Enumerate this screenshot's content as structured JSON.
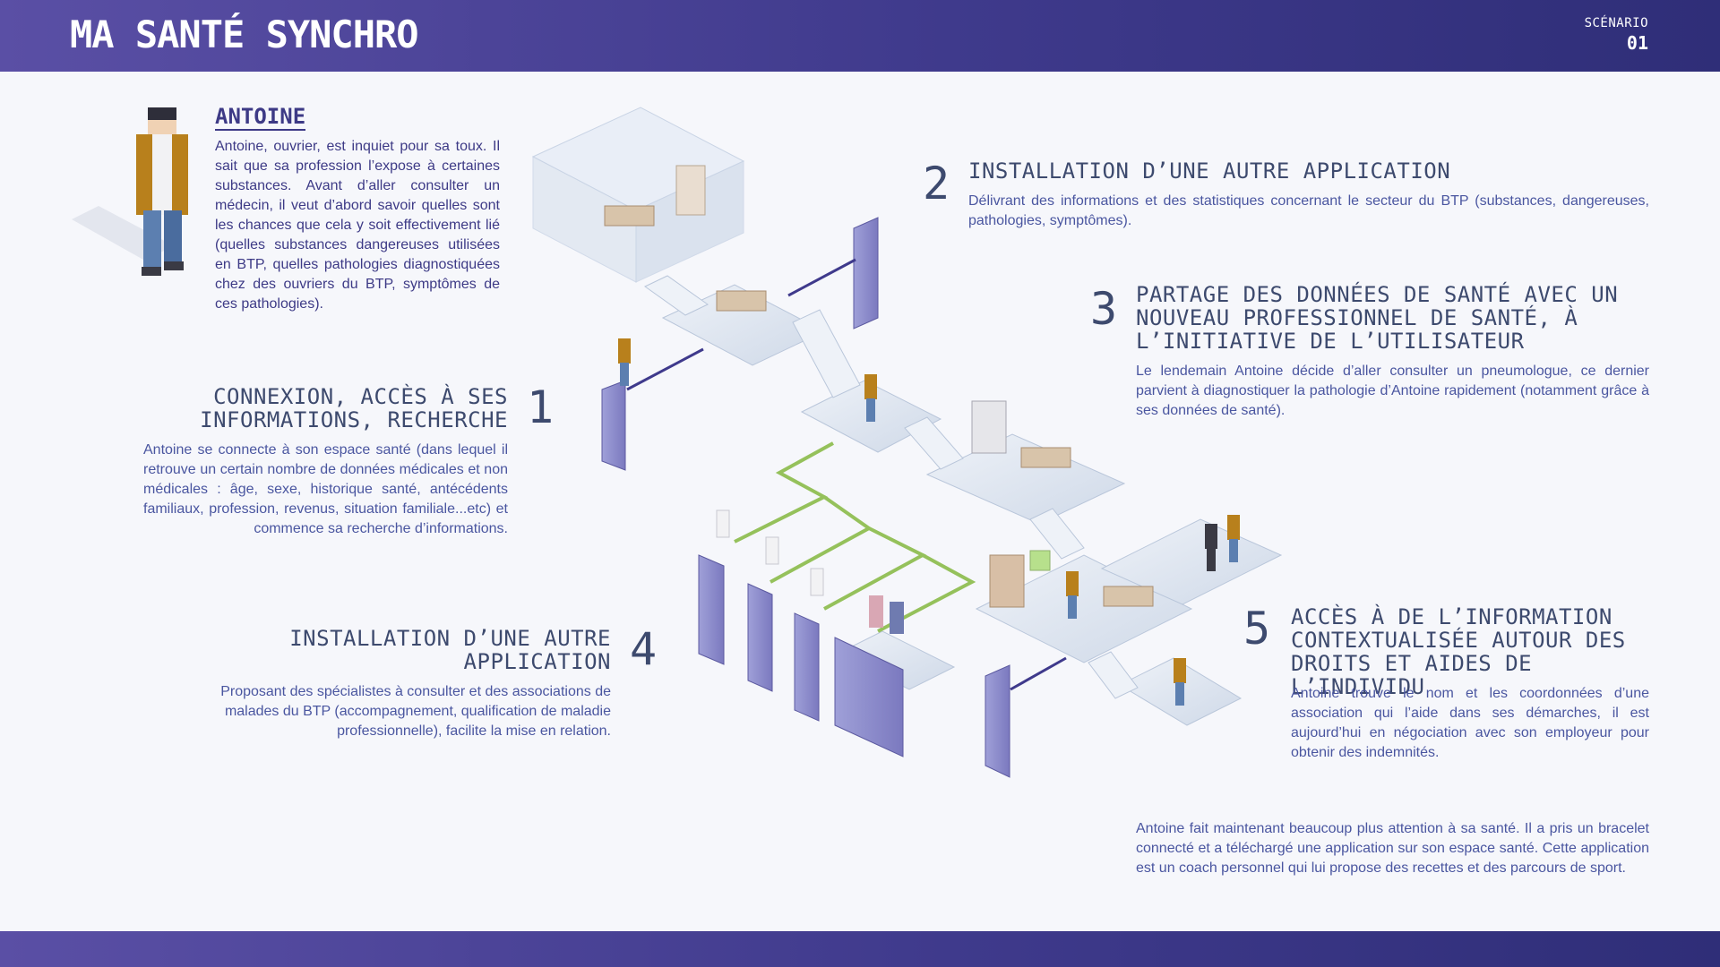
{
  "header": {
    "logo": "MA SANTÉ SYNCHRO",
    "scenario_label": "SCÉNARIO",
    "scenario_number": "01"
  },
  "persona": {
    "name": "ANTOINE",
    "description": "Antoine, ouvrier, est inquiet pour sa toux. Il sait que sa profession l’expose à certaines substances. Avant d’aller consulter un médecin, il veut d’abord savoir quelles sont les chances que cela y soit effectivement lié (quelles substances dangereuses utilisées en BTP, quelles pathologies diagnostiquées chez des ouvriers du BTP, symptômes de ces pathologies)."
  },
  "steps": [
    {
      "number": "1",
      "title_line1": "CONNEXION, ACCÈS À SES",
      "title_line2": "INFORMATIONS, RECHERCHE",
      "text": "Antoine se connecte à son espace santé (dans lequel il retrouve un certain nombre de données médicales et non médicales : âge, sexe, historique santé, antécédents familiaux, profession, revenus, situation familiale...etc) et commence sa recherche d’informations."
    },
    {
      "number": "2",
      "title_line1": "INSTALLATION D’UNE AUTRE APPLICATION",
      "text": "Délivrant des informations et des statistiques concernant le secteur du BTP (substances, dangereuses, pathologies, symptômes)."
    },
    {
      "number": "3",
      "title_line1": "PARTAGE DES DONNÉES DE SANTÉ AVEC UN",
      "title_line2": "NOUVEAU PROFESSIONNEL DE SANTÉ, À",
      "title_line3": "L’INITIATIVE DE L’UTILISATEUR",
      "text": "Le lendemain Antoine décide d’aller consulter un pneumologue, ce dernier parvient à diagnostiquer la pathologie d’Antoine rapidement (notamment grâce à ses données de santé)."
    },
    {
      "number": "4",
      "title_line1": "INSTALLATION D’UNE AUTRE",
      "title_line2": "APPLICATION",
      "text": "Proposant des spécialistes à consulter et des associations de malades du BTP (accompagnement, qualification de maladie professionnelle), facilite la mise en relation."
    },
    {
      "number": "5",
      "title_line1": "ACCÈS À DE L’INFORMATION",
      "title_line2": "CONTEXTUALISÉE AUTOUR DES",
      "title_line3": "DROITS ET AIDES DE L’INDIVIDU",
      "text": "Antoine trouve le nom et les coordonnées d’une association qui l’aide dans ses démarches, il est aujourd’hui en négociation avec son employeur pour obtenir des indemnités."
    }
  ],
  "conclusion": "Antoine fait maintenant beaucoup plus attention à sa santé. Il a pris un bracelet connecté et a téléchargé une application sur son espace santé. Cette application est un coach personnel qui lui propose des recettes et des parcours de sport.",
  "colors": {
    "header": "#3f3a8c",
    "text": "#4a56a0",
    "title": "#3d4a6e",
    "platform": "#dfe6f1",
    "screen": "#8d8ccc",
    "connector_green": "#95c15b"
  }
}
